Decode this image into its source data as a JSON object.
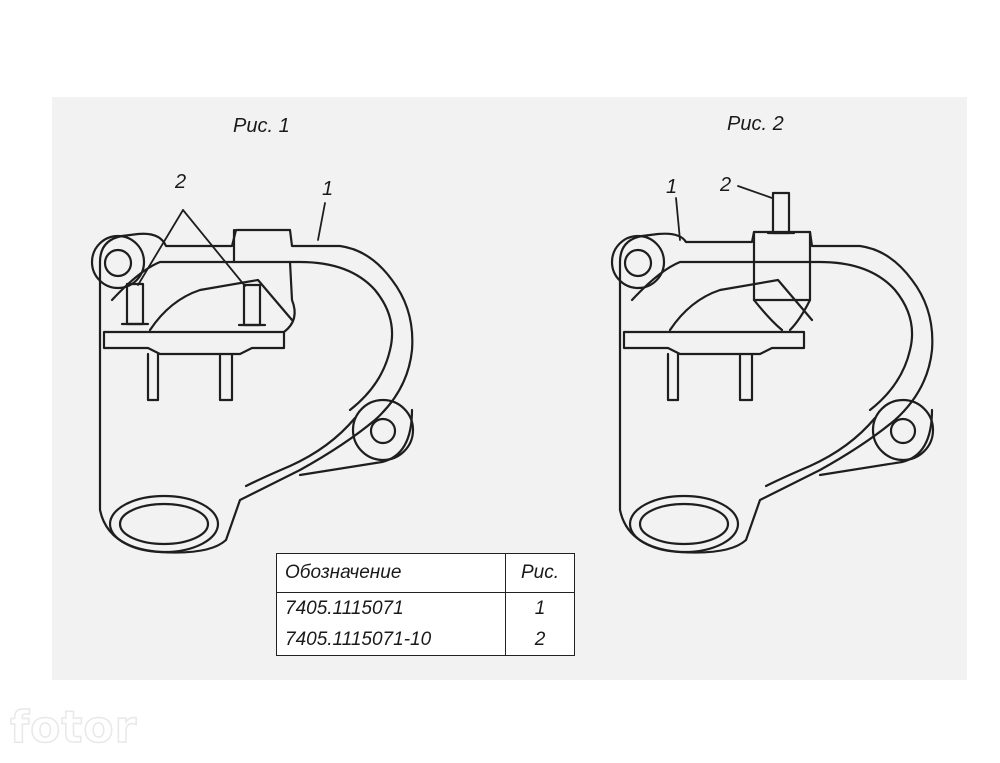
{
  "figures": [
    {
      "caption": "Рис. 1",
      "callouts": [
        "1",
        "2"
      ]
    },
    {
      "caption": "Рис. 2",
      "callouts": [
        "1",
        "2"
      ]
    }
  ],
  "table": {
    "headers": [
      "Обозначение",
      "Рис."
    ],
    "rows": [
      [
        "7405.1115071",
        "1"
      ],
      [
        "7405.1115071-10",
        "2"
      ]
    ]
  },
  "watermark": "fotor"
}
